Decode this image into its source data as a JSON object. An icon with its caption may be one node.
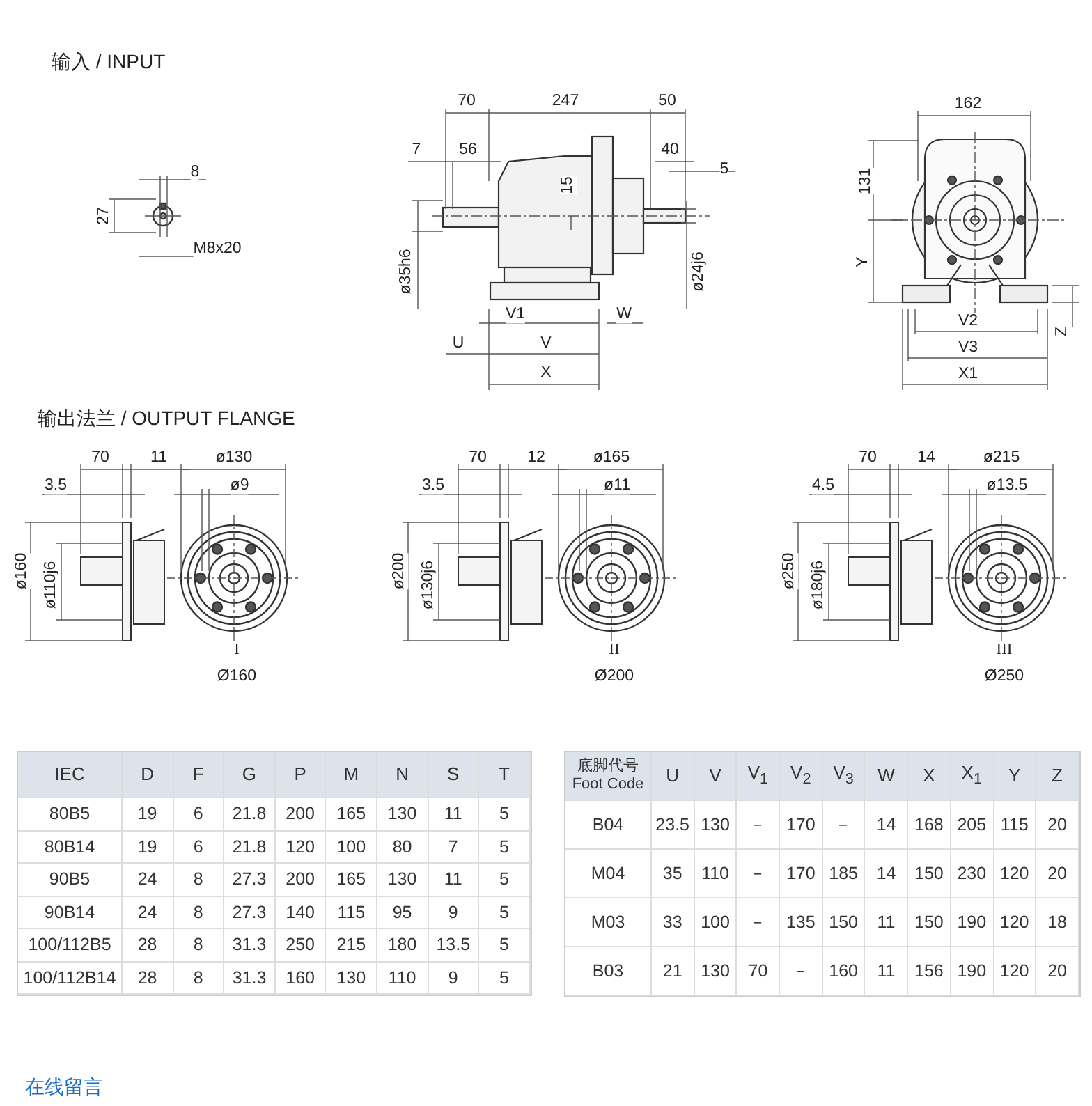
{
  "diagram": {
    "labels": [
      "输入 / INPUT",
      "8",
      "27",
      "M8x20",
      "70",
      "247",
      "50",
      "7",
      "56",
      "40",
      "5",
      "15",
      "ø35h6",
      "ø24j6",
      "V1",
      "W",
      "U",
      "V",
      "X",
      "162",
      "131",
      "Y",
      "V2",
      "V3",
      "Z",
      "X1",
      "输出法兰 / OUTPUT  FLANGE",
      "70",
      "11",
      "3.5",
      "ø130",
      "ø9",
      "ø160",
      "ø110j6",
      "I",
      "Ø160",
      "70",
      "12",
      "3.5",
      "ø165",
      "ø11",
      "ø200",
      "ø130j6",
      "II",
      "Ø200",
      "70",
      "14",
      "4.5",
      "ø215",
      "ø13.5",
      "ø250",
      "ø180j6",
      "III",
      "Ø250",
      "IEC",
      "D",
      "F",
      "G",
      "P",
      "M",
      "N",
      "S",
      "T",
      "80B5",
      "19",
      "6",
      "21.8",
      "200",
      "165",
      "130",
      "11",
      "5",
      "80B14",
      "19",
      "6",
      "21.8",
      "120",
      "100",
      "80",
      "7",
      "5",
      "90B5",
      "24",
      "8",
      "27.3",
      "200",
      "165",
      "130",
      "11",
      "5",
      "90B14",
      "24",
      "8",
      "27.3",
      "140",
      "115",
      "95",
      "9",
      "5",
      "100/112B5",
      "28",
      "8",
      "31.3",
      "250",
      "215",
      "180",
      "13.5",
      "5",
      "100/112B14",
      "28",
      "8",
      "31.3",
      "160",
      "130",
      "110",
      "9",
      "5",
      "底脚代号 Foot Code",
      "U",
      "V",
      "V$_{1}$",
      "V$_{2}$",
      "V$_{3}$",
      "W",
      "X",
      "X$_{1}$",
      "Y",
      "Z",
      "B04",
      "23.5",
      "130",
      "－",
      "170",
      "－",
      "14",
      "168",
      "205",
      "115",
      "20",
      "M04",
      "35",
      "110",
      "－",
      "170",
      "185",
      "14",
      "150",
      "230",
      "120",
      "20",
      "M03",
      "33",
      "100",
      "－",
      "135",
      "150",
      "11",
      "150",
      "190",
      "120",
      "18",
      "B03",
      "21",
      "130",
      "70",
      "－",
      "160",
      "11",
      "156",
      "190",
      "120",
      "20",
      "在线留言"
    ]
  }
}
